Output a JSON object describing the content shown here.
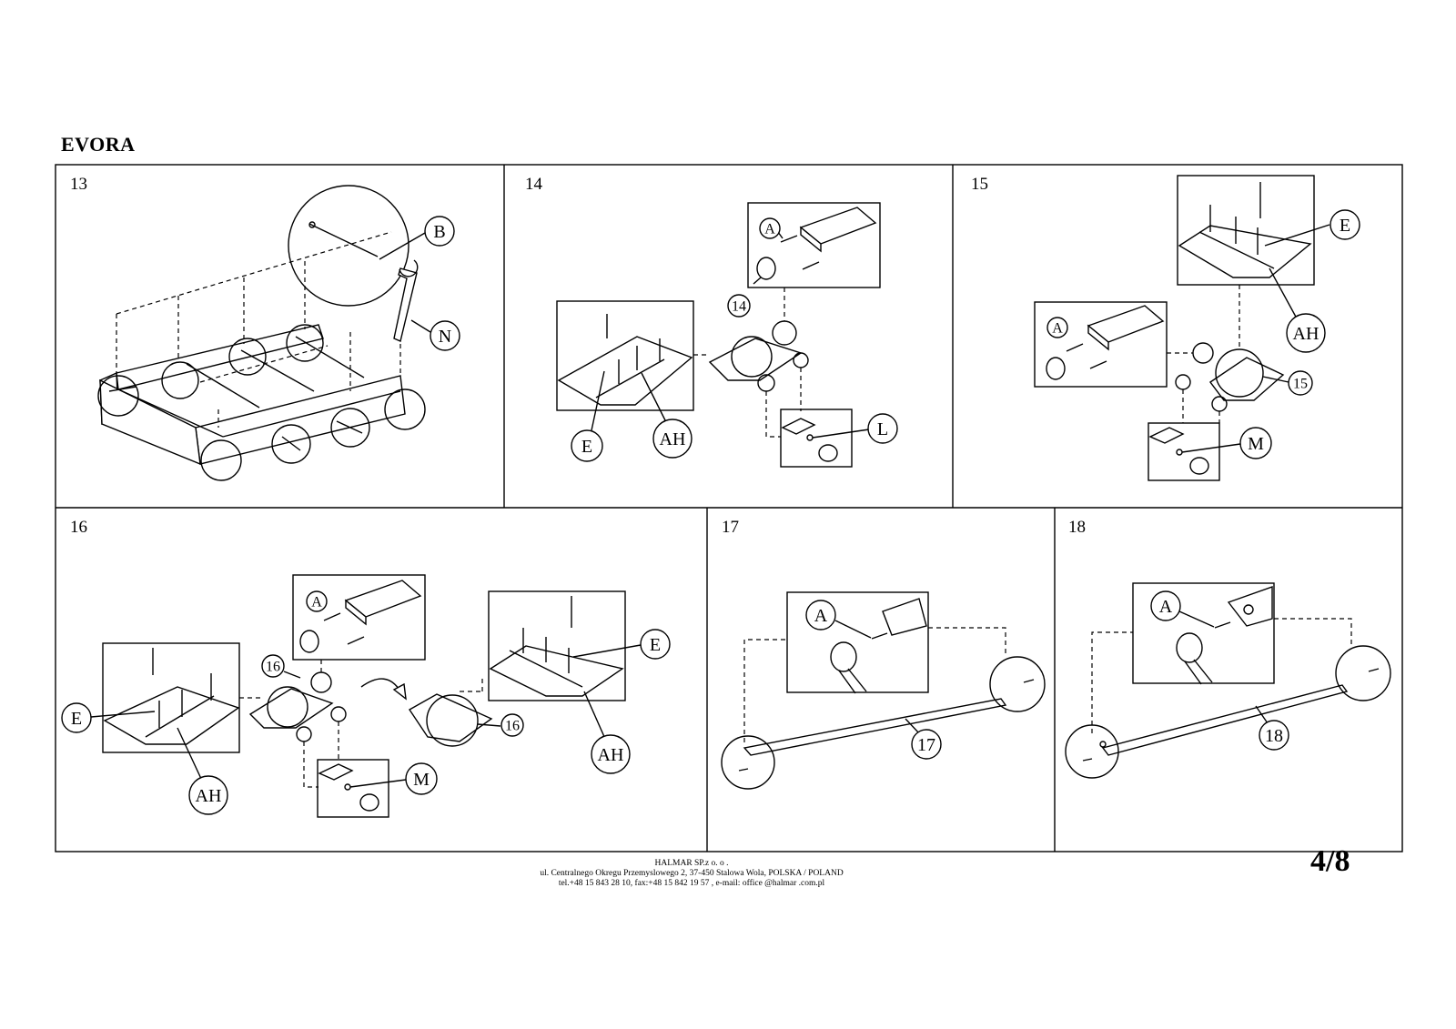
{
  "header": {
    "title": "EVORA"
  },
  "steps": [
    {
      "number": "13",
      "callouts": [
        "B",
        "N"
      ]
    },
    {
      "number": "14",
      "callouts": [
        "A",
        "14",
        "L",
        "E",
        "AH"
      ]
    },
    {
      "number": "15",
      "callouts": [
        "E",
        "AH",
        "A",
        "15",
        "M"
      ]
    },
    {
      "number": "16",
      "callouts": [
        "A",
        "16",
        "E",
        "AH",
        "M",
        "16",
        "E",
        "AH"
      ]
    },
    {
      "number": "17",
      "callouts": [
        "A",
        "17"
      ]
    },
    {
      "number": "18",
      "callouts": [
        "A",
        "18"
      ]
    }
  ],
  "footer": {
    "company": "HALMAR SP.z o. o .",
    "address": "ul. Centralnego Okregu Przemyslowego 2, 37-450 Stalowa Wola, POLSKA / POLAND",
    "contact": "tel.+48 15 843 28 10, fax:+48 15 842 19 57 , e-mail: office @halmar .com.pl",
    "page": "4/8"
  }
}
